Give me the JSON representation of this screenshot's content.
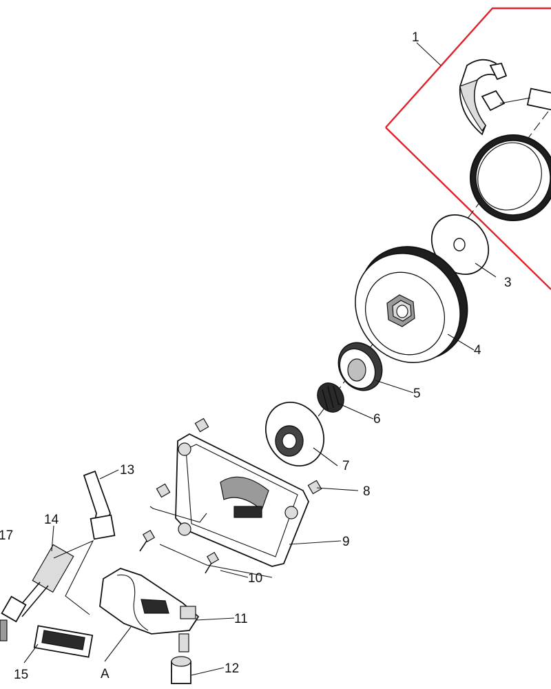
{
  "diagram": {
    "callouts": [
      "1",
      "3",
      "4",
      "5",
      "6",
      "7",
      "8",
      "9",
      "10",
      "11",
      "12",
      "13",
      "14",
      "15",
      "17",
      "A"
    ],
    "highlight_color": "#e0202a"
  }
}
